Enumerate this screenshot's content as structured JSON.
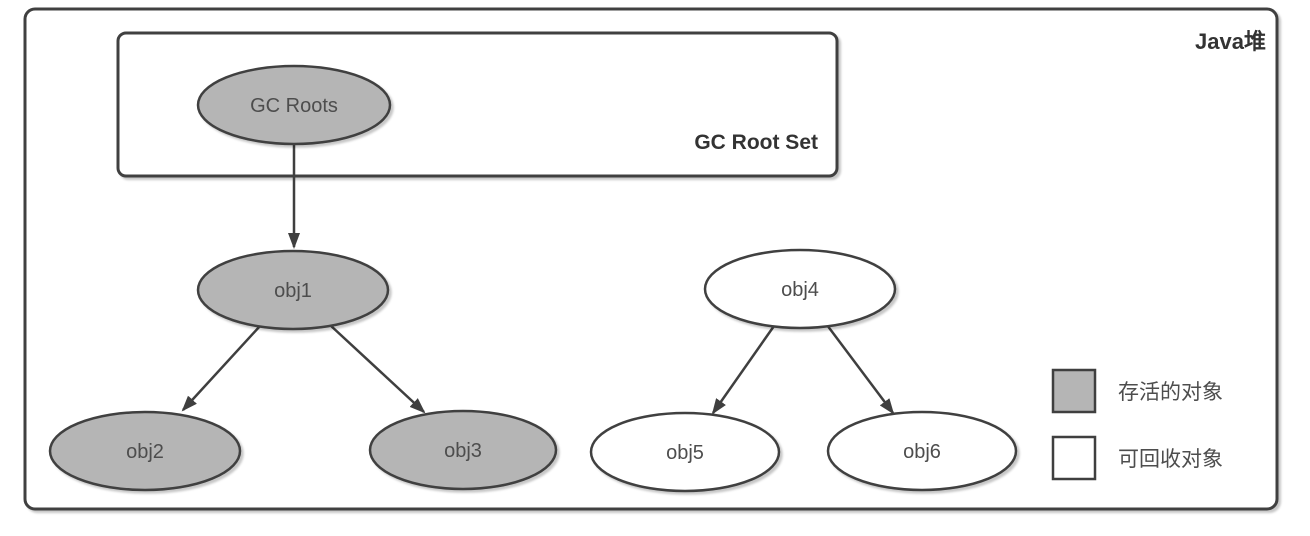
{
  "diagram": {
    "type": "gc-reachability-diagram",
    "heap": {
      "title": "Java堆"
    },
    "root_set": {
      "label": "GC Root Set"
    },
    "nodes": {
      "gc_roots": {
        "label": "GC Roots",
        "status": "alive"
      },
      "obj1": {
        "label": "obj1",
        "status": "alive"
      },
      "obj2": {
        "label": "obj2",
        "status": "alive"
      },
      "obj3": {
        "label": "obj3",
        "status": "alive"
      },
      "obj4": {
        "label": "obj4",
        "status": "collectible"
      },
      "obj5": {
        "label": "obj5",
        "status": "collectible"
      },
      "obj6": {
        "label": "obj6",
        "status": "collectible"
      }
    },
    "edges": [
      {
        "from": "GC Roots",
        "to": "obj1"
      },
      {
        "from": "obj1",
        "to": "obj2"
      },
      {
        "from": "obj1",
        "to": "obj3"
      },
      {
        "from": "obj4",
        "to": "obj5"
      },
      {
        "from": "obj4",
        "to": "obj6"
      }
    ],
    "legend": [
      {
        "label": "存活的对象",
        "fill": "#b5b5b5"
      },
      {
        "label": "可回收对象",
        "fill": "#ffffff"
      }
    ],
    "colors": {
      "alive_fill": "#b5b5b5",
      "collectible_fill": "#ffffff",
      "stroke": "#3f3f3f"
    }
  }
}
